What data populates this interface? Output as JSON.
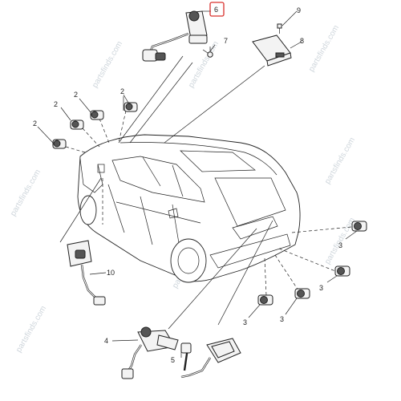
{
  "watermark": "partsfinds.com",
  "highlight_color": "#d9302c",
  "callouts": {
    "c2a": "2",
    "c2b": "2",
    "c2c": "2",
    "c2d": "2",
    "c3a": "3",
    "c3b": "3",
    "c3c": "3",
    "c3d": "3",
    "c4": "4",
    "c5": "5",
    "c6": "6",
    "c7": "7",
    "c8": "8",
    "c9": "9",
    "c10": "10"
  }
}
